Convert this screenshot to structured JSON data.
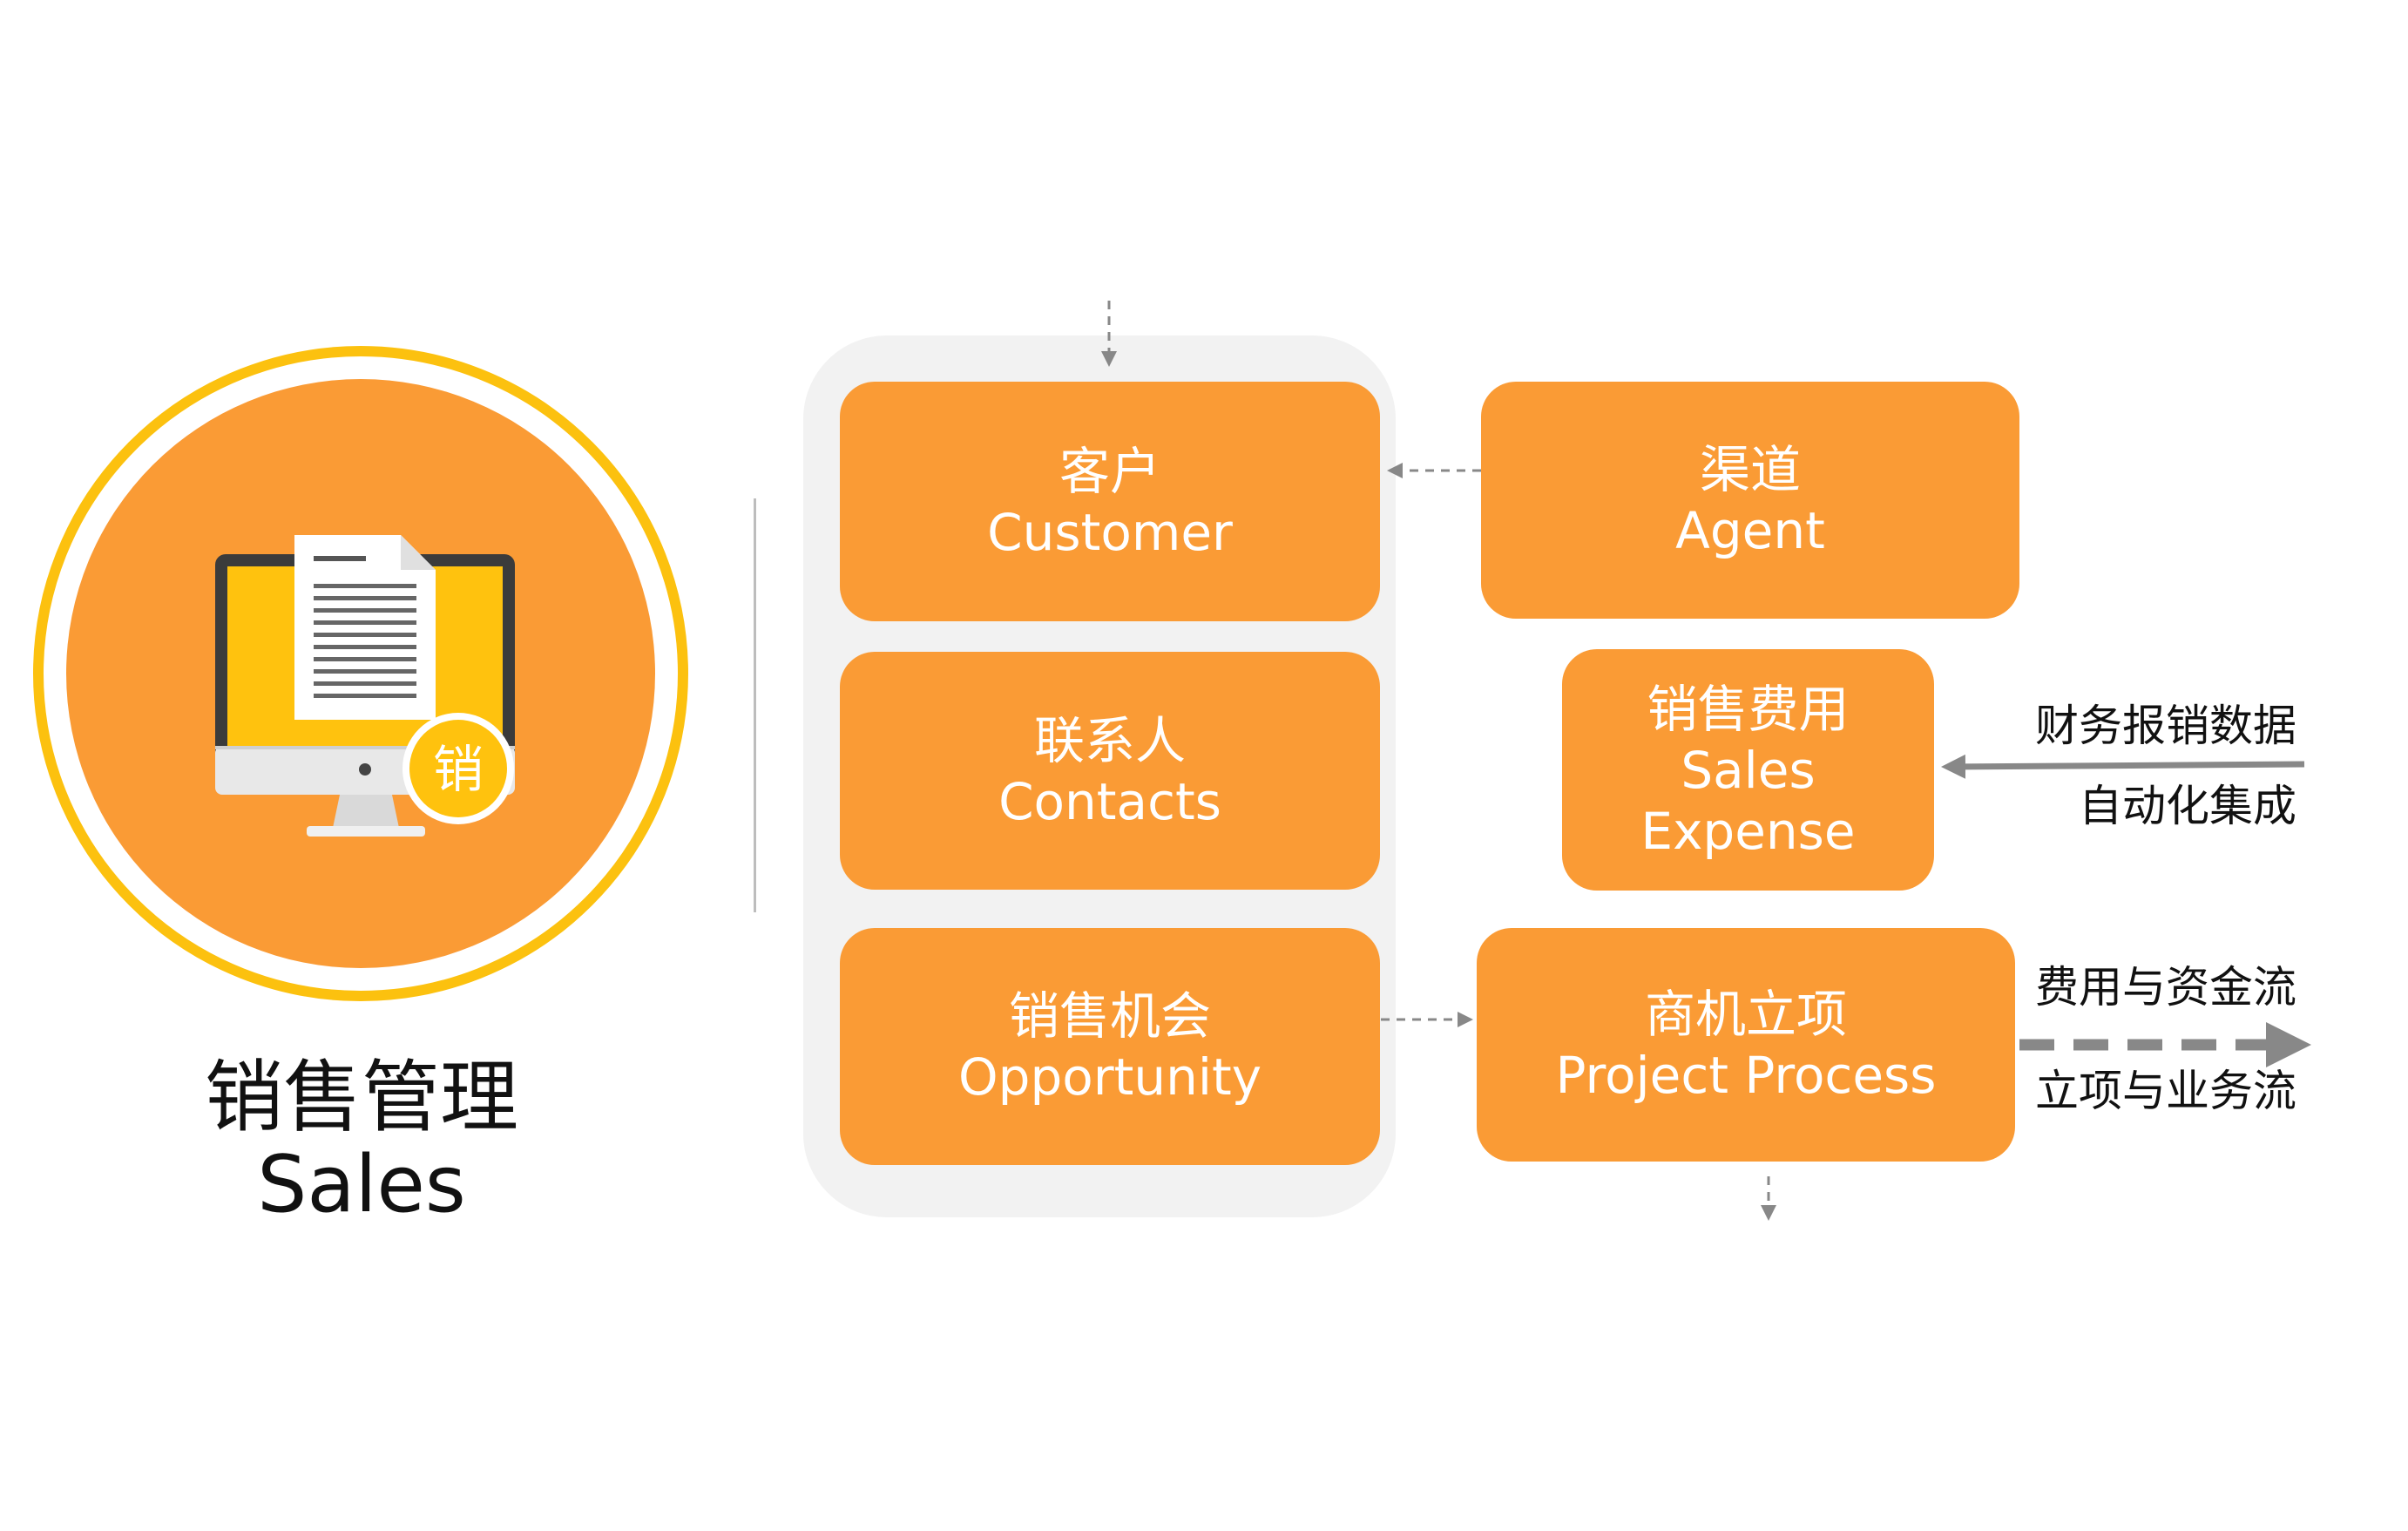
{
  "module": {
    "title_cn": "销售管理",
    "title_en": "Sales",
    "icon": "monitor-document-icon",
    "badge_char": "销"
  },
  "colors": {
    "box_fill": "#FA9B35",
    "ring": "#FCC10F",
    "group_background": "#F2F2F2",
    "arrow": "#888888"
  },
  "nodes": {
    "customer": {
      "cn": "客户",
      "en": "Customer"
    },
    "contacts": {
      "cn": "联系人",
      "en": "Contacts"
    },
    "opportunity": {
      "cn": "销售机会",
      "en": "Opportunity"
    },
    "agent": {
      "cn": "渠道",
      "en": "Agent"
    },
    "sales_expense": {
      "cn": "销售费用",
      "en_line1": "Sales",
      "en_line2": "Expense"
    },
    "project_process": {
      "cn": "商机立项",
      "en": "Project Process"
    }
  },
  "labels": {
    "finance_line1": "财务报销数据",
    "finance_line2": "自动化集成",
    "flow_line1": "费用与资金流",
    "flow_line2": "立项与业务流"
  }
}
